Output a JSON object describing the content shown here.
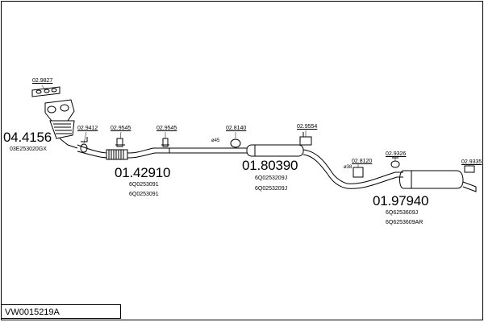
{
  "diagram_code": "VW0015219A",
  "parts": [
    {
      "id": "p1",
      "number": "04.4156",
      "oem": [
        "03E253020GX"
      ]
    },
    {
      "id": "p2",
      "number": "01.42910",
      "oem": [
        "6Q0253091",
        "6Q0253091"
      ]
    },
    {
      "id": "p3",
      "number": "01.80390",
      "oem": [
        "6Q0253209J",
        "6Q0253209J"
      ]
    },
    {
      "id": "p4",
      "number": "01.97940",
      "oem": [
        "6Q6253609J",
        "6Q6253609AR"
      ]
    }
  ],
  "accessories": [
    {
      "id": "a1",
      "ref": "02.9827"
    },
    {
      "id": "a2",
      "ref": "02.9412"
    },
    {
      "id": "a3",
      "ref": "02.9545"
    },
    {
      "id": "a4",
      "ref": "02.9545"
    },
    {
      "id": "a5",
      "ref": "02.8140"
    },
    {
      "id": "a6",
      "ref": "02.9554"
    },
    {
      "id": "a7",
      "ref": "02.8120"
    },
    {
      "id": "a8",
      "ref": "02.9326"
    },
    {
      "id": "a9",
      "ref": "02.9335"
    }
  ],
  "pipe_diameters": [
    {
      "id": "d1",
      "label": "ø45"
    },
    {
      "id": "d2",
      "label": "ø38"
    }
  ]
}
